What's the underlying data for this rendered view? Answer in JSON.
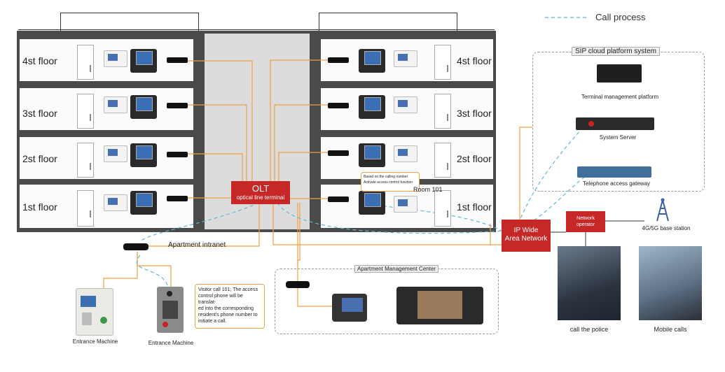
{
  "legend": {
    "call_process": "Call process"
  },
  "floors": {
    "left": [
      "4st floor",
      "3st floor",
      "2st floor",
      "1st floor"
    ],
    "right": [
      "4st floor",
      "3st floor",
      "2st floor",
      "1st floor"
    ]
  },
  "olt": {
    "title": "OLT",
    "subtitle": "optical line terminal"
  },
  "room": {
    "label": "Room 101",
    "tooltip_line1": "Based on the calling number",
    "tooltip_line2": "Activate access control function"
  },
  "intranet": {
    "label": "Apartment intranet"
  },
  "entrance": {
    "left_caption": "Entrance Machine",
    "right_caption": "Entrance Machine"
  },
  "visitor_note": {
    "line1": "Visitor call 101; The access",
    "line2": "control phone will be translat-",
    "line3": "ed into the corresponding",
    "line4": "resident's phone number to",
    "line5": "initiate a call."
  },
  "mgmt_center": {
    "title": "Apartment Management Center"
  },
  "wan": {
    "line1": "IP Wide",
    "line2": "Area Network"
  },
  "cloud": {
    "title": "SIP cloud platform system",
    "terminal_mgmt": "Terminal management platform",
    "system_server": "System Server",
    "gateway": "Telephone access gateway"
  },
  "operator": {
    "line1": "Network",
    "line2": "operator"
  },
  "base_station": {
    "label": "4G/5G base station"
  },
  "police": {
    "label": "call the police"
  },
  "mobile": {
    "label": "Mobile calls"
  },
  "colors": {
    "wire": "#f0a040",
    "dashed": "#5bb8d0",
    "red": "#c62828",
    "building": "#333333"
  }
}
